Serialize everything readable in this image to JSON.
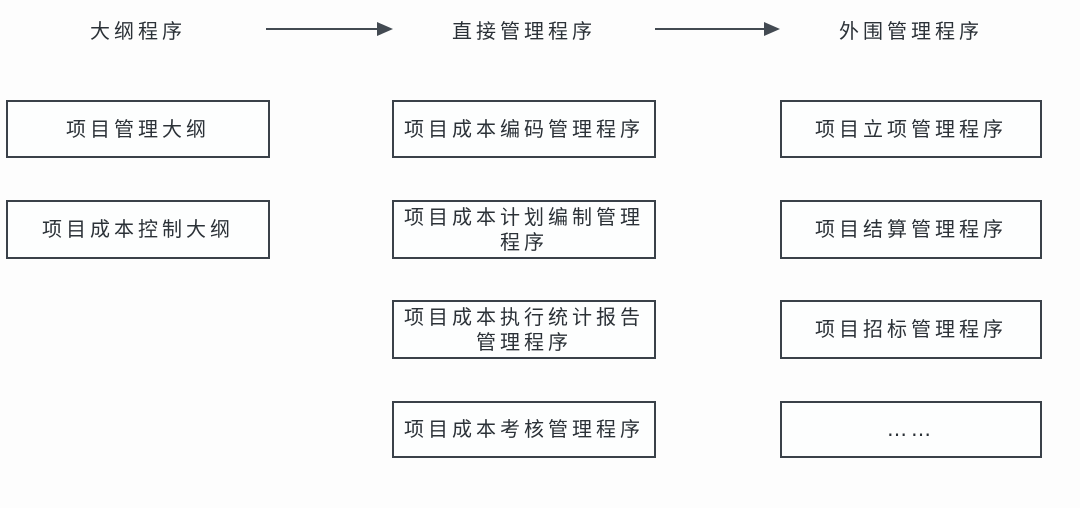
{
  "diagram": {
    "title_implicit": "",
    "headers": [
      {
        "label": "大纲程序"
      },
      {
        "label": "直接管理程序"
      },
      {
        "label": "外围管理程序"
      }
    ],
    "arrows": [
      {
        "icon": "arrow-right-icon",
        "from": "大纲程序",
        "to": "直接管理程序"
      },
      {
        "icon": "arrow-right-icon",
        "from": "直接管理程序",
        "to": "外围管理程序"
      }
    ],
    "columns": [
      {
        "header": "大纲程序",
        "boxes": [
          {
            "label": "项目管理大纲"
          },
          {
            "label": "项目成本控制大纲"
          }
        ]
      },
      {
        "header": "直接管理程序",
        "boxes": [
          {
            "label": "项目成本编码管理程序"
          },
          {
            "label": "项目成本计划编制管理程序"
          },
          {
            "label": "项目成本执行统计报告管理程序"
          },
          {
            "label": "项目成本考核管理程序"
          }
        ]
      },
      {
        "header": "外围管理程序",
        "boxes": [
          {
            "label": "项目立项管理程序"
          },
          {
            "label": "项目结算管理程序"
          },
          {
            "label": "项目招标管理程序"
          },
          {
            "label": "……"
          }
        ]
      }
    ],
    "colors": {
      "background": "#fdfdfd",
      "box_border": "#3a4149",
      "text": "#2b3137",
      "arrow": "#434a52"
    }
  }
}
